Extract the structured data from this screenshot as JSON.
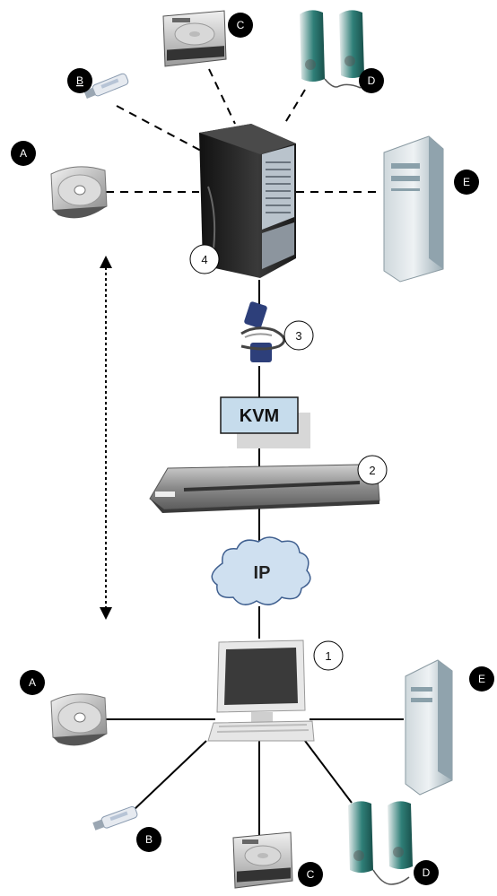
{
  "badges": {
    "top": {
      "a": "A",
      "b": "B",
      "c": "C",
      "d": "D",
      "e": "E"
    },
    "bottom": {
      "a": "A",
      "b": "B",
      "c": "C",
      "d": "D",
      "e": "E"
    }
  },
  "numbers": {
    "n1": "1",
    "n2": "2",
    "n3": "3",
    "n4": "4"
  },
  "kvm": {
    "label": "KVM"
  },
  "network": {
    "label": "IP"
  }
}
